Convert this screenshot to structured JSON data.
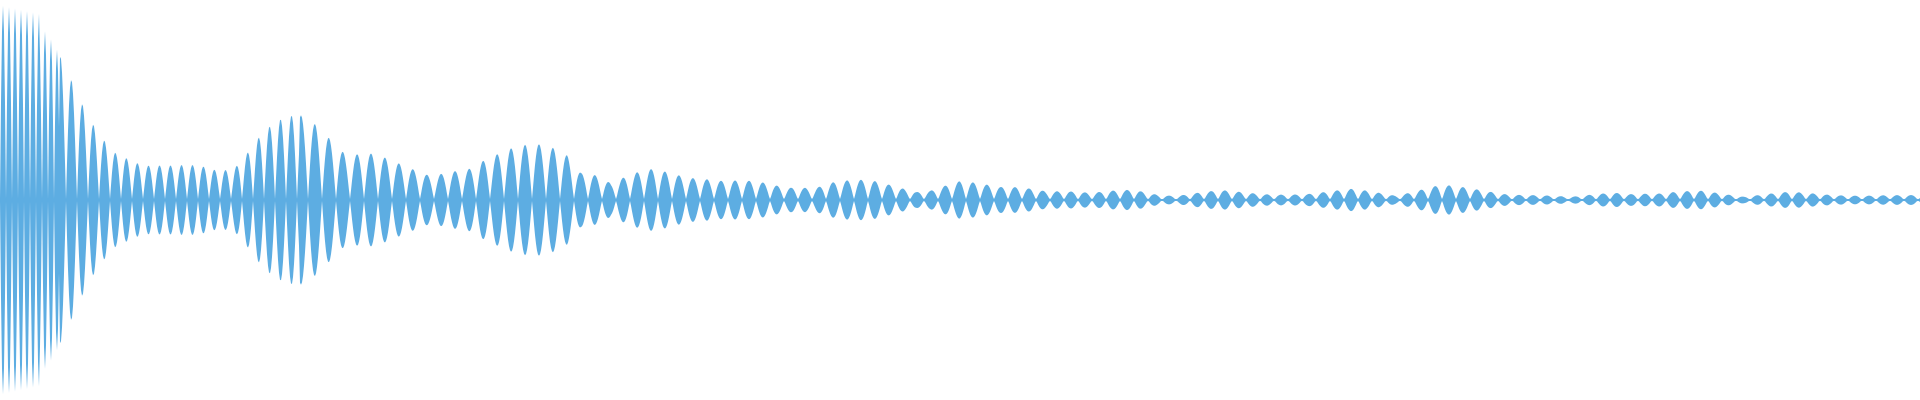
{
  "waveform": {
    "color": "#5dade2",
    "background": "#ffffff",
    "amplitude_profile": [
      1.0,
      0.95,
      0.6,
      0.35,
      0.25,
      0.22,
      0.4,
      0.45,
      0.4,
      0.28,
      0.22,
      0.3,
      0.3,
      0.32,
      0.1,
      0.2,
      0.2,
      0.15,
      0.08,
      0.12,
      0.1,
      0.06,
      0.14,
      0.12,
      0.08,
      0.04,
      0.06,
      0.03,
      0.06,
      0.05,
      0.05,
      0.07,
      0.04,
      0.08,
      0.06,
      0.04,
      0.03,
      0.06,
      0.04,
      0.05,
      0.03,
      0.05,
      0.04,
      0.04,
      0.03
    ]
  }
}
